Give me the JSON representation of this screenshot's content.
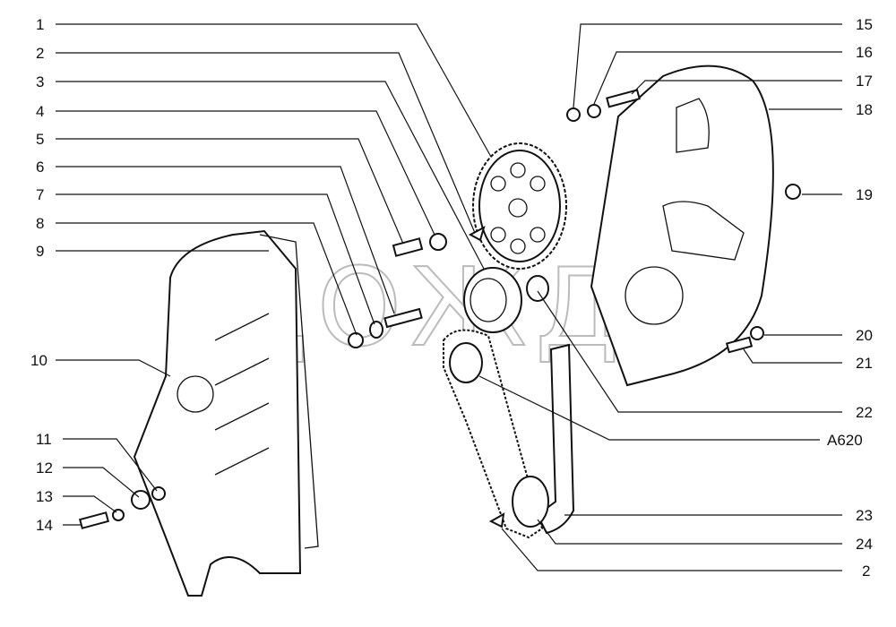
{
  "diagram": {
    "watermark": "ДОЖДЬ",
    "left_labels": [
      {
        "text": "1"
      },
      {
        "text": "2"
      },
      {
        "text": "3"
      },
      {
        "text": "4"
      },
      {
        "text": "5"
      },
      {
        "text": "6"
      },
      {
        "text": "7"
      },
      {
        "text": "8"
      },
      {
        "text": "9"
      },
      {
        "text": "10"
      },
      {
        "text": "11"
      },
      {
        "text": "12"
      },
      {
        "text": "13"
      },
      {
        "text": "14"
      }
    ],
    "right_labels": [
      {
        "text": "15"
      },
      {
        "text": "16"
      },
      {
        "text": "17"
      },
      {
        "text": "18"
      },
      {
        "text": "19"
      },
      {
        "text": "20"
      },
      {
        "text": "21"
      },
      {
        "text": "22"
      },
      {
        "text": "A620"
      },
      {
        "text": "23"
      },
      {
        "text": "24"
      },
      {
        "text": "2"
      }
    ]
  }
}
